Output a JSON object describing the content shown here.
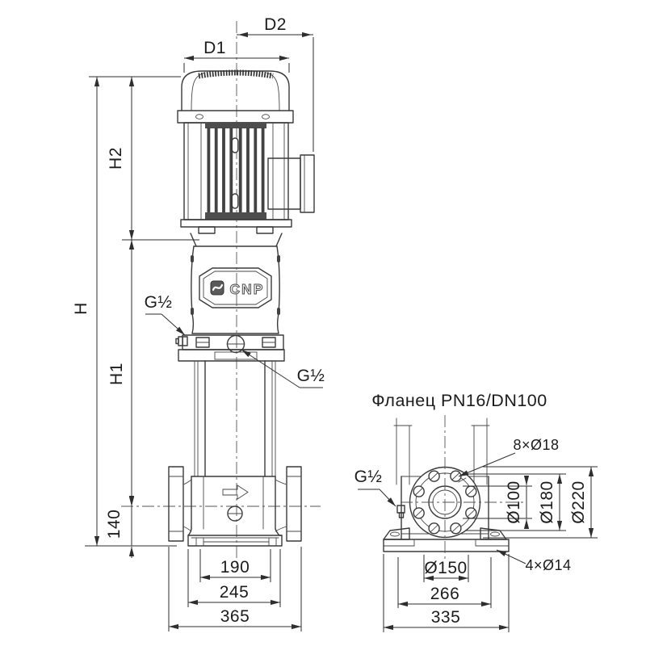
{
  "drawing": {
    "background": "#ffffff",
    "line_color": "#3a3a3a",
    "brand": "CNP",
    "front_view": {
      "top_width_outer": "D2",
      "top_width_inner": "D1",
      "height_total": "H",
      "height_motor": "H2",
      "height_pump": "H1",
      "port_height": "140",
      "base_bolt_spacing": "190",
      "base_width_mid": "245",
      "base_width_outer": "365",
      "plug_left": "G½",
      "plug_right": "G½"
    },
    "side_view": {
      "title": "Фланец PN16/DN100",
      "bolt_holes": "8×Ø18",
      "plug": "G½",
      "bore_diameter": "Ø100",
      "bolt_circle_diameter": "Ø180",
      "flange_outer_diameter": "Ø220",
      "port_spacing": "Ø150",
      "base_bolt_spacing": "266",
      "base_width": "335",
      "base_holes": "4×Ø14"
    }
  }
}
